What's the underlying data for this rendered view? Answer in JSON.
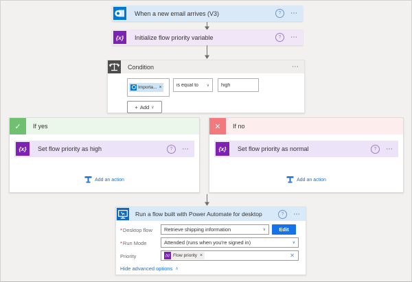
{
  "colors": {
    "canvas-bg": "#f2f1f0",
    "outlook-blue": "#0078d4",
    "trigger-bg": "#d9e9f8",
    "var-purple": "#7e22b5",
    "var-bg": "#f0e6f8",
    "action-purple-bg": "#ece3f8",
    "cond-icon": "#4d4d4d",
    "cond-bg": "#efeeed",
    "yes-green": "#71bf71",
    "yes-bg": "#ecf7ec",
    "no-red": "#f2797d",
    "no-bg": "#fdeeed",
    "pad-blue": "#1267c1",
    "pad-bg": "#d8e9f9",
    "edit-blue": "#1473e6",
    "link-blue": "#1a6fd4",
    "token-bg": "#cde3f6",
    "arrow-gray": "#6e6e6e"
  },
  "icons": {
    "info": "?",
    "ellipsis": "⋯",
    "chevron_down": "∨",
    "collapse": "∧",
    "add": "+",
    "check": "✓",
    "cross": "✕",
    "close": "×",
    "var_glyph": "{x}"
  },
  "trigger": {
    "title": "When a new email arrives (V3)"
  },
  "initialize": {
    "title": "Initialize flow priority variable"
  },
  "condition": {
    "title": "Condition",
    "operand": {
      "token": "Importa..."
    },
    "operator": "is equal to",
    "value": "high",
    "add_button": "Add"
  },
  "branches": {
    "yes": {
      "label": "If yes",
      "action": "Set flow priority as high",
      "add_action": "Add an action"
    },
    "no": {
      "label": "If no",
      "action": "Set flow priority as normal",
      "add_action": "Add an action"
    }
  },
  "desktop_flow": {
    "title": "Run a flow built with Power Automate for desktop",
    "required_marker": "*",
    "desktop_flow": {
      "label": "Desktop flow",
      "value": "Retrieve shipping information"
    },
    "edit_button": "Edit",
    "run_mode": {
      "label": "Run Mode",
      "value": "Attended (runs when you're signed in)"
    },
    "priority": {
      "label": "Priority",
      "token": "Flow priority"
    },
    "hide_advanced": "Hide advanced options"
  }
}
